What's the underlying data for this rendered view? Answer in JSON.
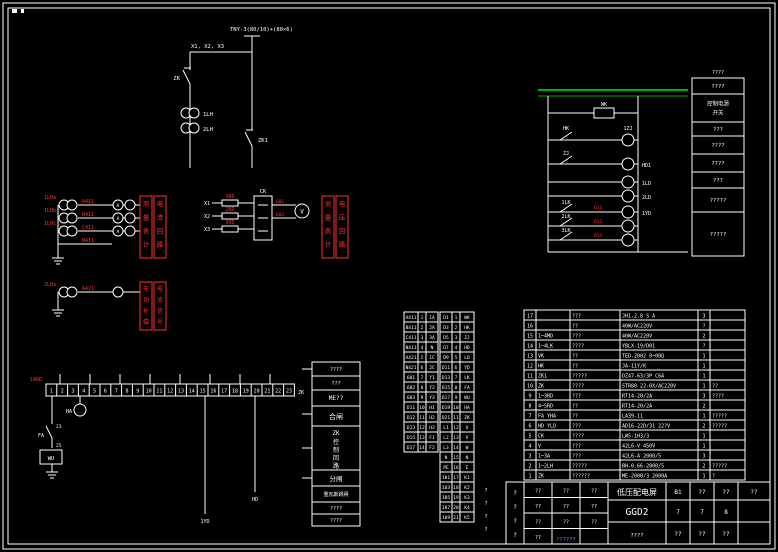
{
  "sld": {
    "transformer": "TNY-3(80/10)+(80×6)",
    "terminals": "X1, X2, X3",
    "zk": "ZK",
    "ct1": "1LH",
    "ct2": "2LH",
    "zk1": "ZK1"
  },
  "current": {
    "cts": [
      "1LHa",
      "1LHb",
      "1LHc"
    ],
    "wires": [
      "A411",
      "B411",
      "C411",
      "N411"
    ],
    "meter": "A",
    "box1": "测量表计",
    "box2": "电流回路"
  },
  "reactive": {
    "ct": "2LHa",
    "wire": "A421",
    "box1": "无功补偿",
    "box2": "电流信号"
  },
  "voltage": {
    "inputs": [
      "X1",
      "X2",
      "X3"
    ],
    "fuses": [
      "1RD",
      "2RD",
      "3RD"
    ],
    "switch": "CK",
    "wires": [
      "601",
      "602"
    ],
    "meter": "V",
    "box1": "测量表计",
    "box2": "电压回路"
  },
  "control": {
    "wk": "WK",
    "hk": "HK",
    "zj": "ZJ",
    "zj1": "1ZJ",
    "hd1": "HD1",
    "ld1": "1LD",
    "ld2": "2LD",
    "lk1": "1LK",
    "lk2": "2LK",
    "lk3": "3LK",
    "yd1": "1YD",
    "w1": "D11",
    "w2": "D12",
    "w3": "D13",
    "table_header": "????",
    "table_rows": [
      [
        "????"
      ],
      [
        "控制电源",
        "开关"
      ],
      [
        "???"
      ],
      [
        "????"
      ],
      [
        "????"
      ],
      [
        "???"
      ],
      [
        "?????"
      ],
      [
        "?????"
      ]
    ]
  },
  "strip": {
    "label": "1ARD",
    "cells": [
      "1",
      "2",
      "3",
      "4",
      "5",
      "6",
      "7",
      "8",
      "9",
      "10",
      "11",
      "12",
      "13",
      "14",
      "15",
      "16",
      "17",
      "18",
      "19",
      "20",
      "21",
      "22",
      "23"
    ],
    "tail": "ZK",
    "ha": "HA",
    "fa": "FA",
    "wu": "WU",
    "n23": "23",
    "n25": "25",
    "hd": "HD",
    "yd": "1YD"
  },
  "center": {
    "b1": "????",
    "b2": "???",
    "b3": "ME??",
    "b4": "合闸",
    "b5a": "ZK",
    "b5b": "控制回路",
    "b6": "分闸",
    "b7": "重瓦斯跳闸",
    "b8": "????",
    "b9": "????"
  },
  "mini_left": {
    "rows": [
      [
        "A411",
        "1",
        "1A"
      ],
      [
        "B411",
        "2",
        "2A"
      ],
      [
        "C411",
        "3",
        "3A"
      ],
      [
        "N411",
        "4",
        "N"
      ],
      [
        "A421",
        "5",
        "1C"
      ],
      [
        "N421",
        "6",
        "2C"
      ],
      [
        "601",
        "7",
        "Y1"
      ],
      [
        "602",
        "8",
        "Y2"
      ],
      [
        "603",
        "9",
        "Y3"
      ],
      [
        "D11",
        "10",
        "H1"
      ],
      [
        "D12",
        "11",
        "H2"
      ],
      [
        "D13",
        "12",
        "H3"
      ],
      [
        "D15",
        "13",
        "F1"
      ],
      [
        "D17",
        "14",
        "F2"
      ]
    ]
  },
  "mini_right": {
    "rows": [
      [
        "D1",
        "1",
        "WK"
      ],
      [
        "D3",
        "2",
        "HK"
      ],
      [
        "D5",
        "3",
        "ZJ"
      ],
      [
        "D7",
        "4",
        "HD"
      ],
      [
        "D9",
        "5",
        "LD"
      ],
      [
        "D11",
        "6",
        "YD"
      ],
      [
        "D13",
        "7",
        "LK"
      ],
      [
        "D15",
        "8",
        "FA"
      ],
      [
        "D17",
        "9",
        "WU"
      ],
      [
        "D19",
        "10",
        "HA"
      ],
      [
        "D21",
        "11",
        "ZK"
      ],
      [
        "L1",
        "12",
        "U"
      ],
      [
        "L2",
        "13",
        "V"
      ],
      [
        "L3",
        "14",
        "W"
      ],
      [
        "N",
        "15",
        "N"
      ],
      [
        "PE",
        "16",
        "E"
      ],
      [
        "101",
        "17",
        "K1"
      ],
      [
        "103",
        "18",
        "K2"
      ],
      [
        "105",
        "19",
        "K3"
      ],
      [
        "107",
        "20",
        "K4"
      ],
      [
        "109",
        "21",
        "K5"
      ]
    ]
  },
  "parts_table": {
    "rows": [
      [
        "17",
        "",
        "???",
        "JH1-2.8 S A",
        "3",
        ""
      ],
      [
        "16",
        "",
        "??",
        "40W/AC220V",
        "?",
        ""
      ],
      [
        "15",
        "1~4MD",
        "???",
        "40W/AC220V",
        "2",
        ""
      ],
      [
        "14",
        "1~4LK",
        "????",
        "YBLX-19/D01",
        "?",
        ""
      ],
      [
        "13",
        "VK",
        "??",
        "TED-2002 0~00Ω",
        "1",
        ""
      ],
      [
        "12",
        "HK",
        "??",
        "JA-11Y/K",
        "1",
        ""
      ],
      [
        "11",
        "ZK1",
        "?????",
        "DZ47-63/3P C6A",
        "1",
        ""
      ],
      [
        "10",
        "ZK",
        "????",
        "STR80 22-0X/AC220V",
        "1",
        "??"
      ],
      [
        "9",
        "1~3RD",
        "???",
        "RT14-20/2A",
        "3",
        "????"
      ],
      [
        "8",
        "4~5RD",
        "??",
        "RT14-20/2A",
        "2",
        ""
      ],
      [
        "7",
        "FA YHA",
        "??",
        "LA39-11",
        "1",
        "?????"
      ],
      [
        "6",
        "HD YLD",
        "???",
        "AD16-22D/31 22?V",
        "2",
        "?????"
      ],
      [
        "5",
        "CK",
        "????",
        "LW5-1H3/3",
        "1",
        ""
      ],
      [
        "4",
        "V",
        "???",
        "42L6-V 450V",
        "1",
        ""
      ],
      [
        "3",
        "1~3A",
        "???",
        "42L6-A 2000/5",
        "3",
        ""
      ],
      [
        "2",
        "1~2LH",
        "?????",
        "BH-0.66-2000/5",
        "2",
        "?????"
      ],
      [
        "1",
        "ZK",
        "??????",
        "ME-2000/3 2000A",
        "1",
        "?"
      ]
    ]
  },
  "title_block": {
    "vstrip": "????",
    "side": "????",
    "name": "低压配电屏",
    "model": "GGD2",
    "note": "????",
    "blue": "??????",
    "sig": [
      [
        "??",
        "??",
        "??"
      ],
      [
        "??",
        "??",
        "??"
      ],
      [
        "??",
        "??",
        "??"
      ],
      [
        "??",
        "",
        ""
      ]
    ],
    "right_rows": [
      [
        "B1",
        "??",
        "??",
        "??"
      ],
      [
        "7",
        "7",
        "8",
        ""
      ],
      [
        "??",
        "??",
        "??",
        ""
      ]
    ]
  }
}
